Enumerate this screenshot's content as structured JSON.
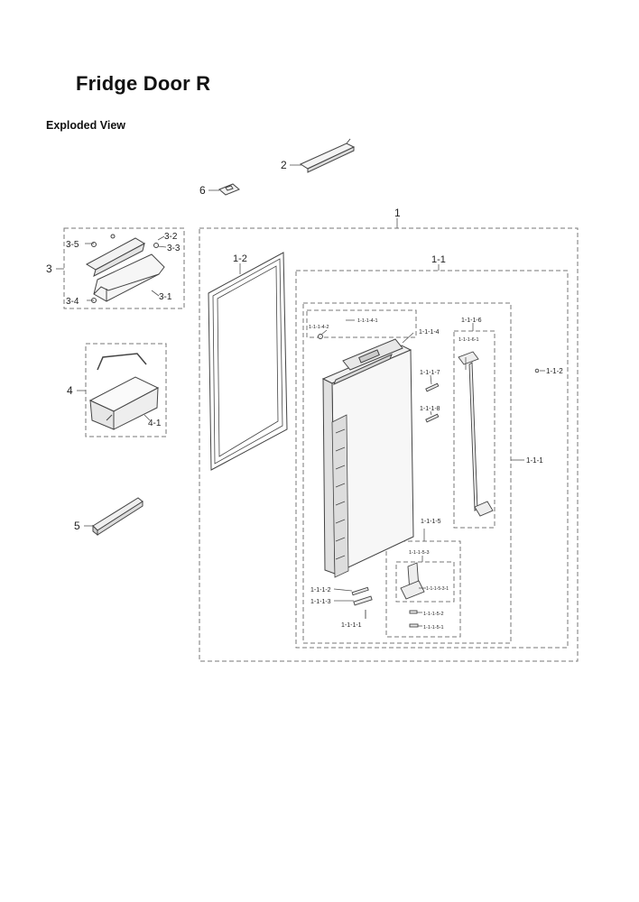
{
  "title": "Fridge Door R",
  "subtitle": "Exploded View",
  "callouts": {
    "c_1": "1",
    "c_1_1": "1-1",
    "c_1_1_1": "1-1-1",
    "c_1_1_1_1": "1-1-1-1",
    "c_1_1_1_2": "1-1-1-2",
    "c_1_1_1_3": "1-1-1-3",
    "c_1_1_1_4": "1-1-1-4",
    "c_1_1_1_4_1": "1-1-1-4-1",
    "c_1_1_1_4_2": "1-1-1-4-2",
    "c_1_1_1_5": "1-1-1-5",
    "c_1_1_1_5_1": "1-1-1-5-1",
    "c_1_1_1_5_2": "1-1-1-5-2",
    "c_1_1_1_5_3": "1-1-1-5-3",
    "c_1_1_1_5_3_1": "1-1-1-5-3-1",
    "c_1_1_1_6": "1-1-1-6",
    "c_1_1_1_6_1": "1-1-1-6-1",
    "c_1_1_1_7": "1-1-1-7",
    "c_1_1_1_8": "1-1-1-8",
    "c_1_1_2": "1-1-2",
    "c_1_2": "1-2",
    "c_2": "2",
    "c_3": "3",
    "c_3_1": "3-1",
    "c_3_2": "3-2",
    "c_3_3": "3-3",
    "c_3_4": "3-4",
    "c_3_5": "3-5",
    "c_4": "4",
    "c_4_1": "4-1",
    "c_5": "5",
    "c_6": "6"
  }
}
